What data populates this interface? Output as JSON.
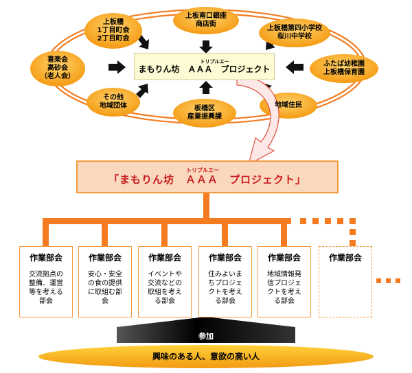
{
  "center": {
    "ruby": "トリプルエー",
    "label": "まもりん坊　ＡＡＡ　プロジェクト"
  },
  "surrounding_nodes": [
    {
      "id": "kamiitabashi-1-2",
      "lines": [
        "上板橋",
        "1丁目町会",
        "2丁目町会"
      ]
    },
    {
      "id": "minamiguchi-ginza",
      "lines": [
        "上板南口銀座",
        "商店街"
      ]
    },
    {
      "id": "schools",
      "lines": [
        "上板橋第四小学校",
        "桜川中学校"
      ]
    },
    {
      "id": "kiraku-koushakai",
      "lines": [
        "喜楽会",
        "高砂会",
        "（老人会）"
      ]
    },
    {
      "id": "nursery",
      "lines": [
        "ふたば幼稚園",
        "上板橋保育園"
      ]
    },
    {
      "id": "other-groups",
      "lines": [
        "その他",
        "地域団体"
      ]
    },
    {
      "id": "itabashi-ward",
      "lines": [
        "板橋区",
        "産業振興課"
      ]
    },
    {
      "id": "residents",
      "lines": [
        "地域住民"
      ]
    }
  ],
  "project_title": {
    "ruby": "トリプルエー",
    "label": "「まもりん坊　ＡＡＡ　プロジェクト」"
  },
  "working_groups": [
    {
      "title": "作業部会",
      "desc": [
        "交流拠点の",
        "整備、運営",
        "等を考える",
        "部会"
      ]
    },
    {
      "title": "作業部会",
      "desc": [
        "安心・安全",
        "の食の提供",
        "に取組む部",
        "会"
      ]
    },
    {
      "title": "作業部会",
      "desc": [
        "イベントや",
        "交流などの",
        "取組を考え",
        "る部会"
      ]
    },
    {
      "title": "作業部会",
      "desc": [
        "住みよいま",
        "ちプロジェ",
        "クトを考え",
        "る部会"
      ]
    },
    {
      "title": "作業部会",
      "desc": [
        "地域情報発",
        "信プロジェ",
        "クトを考え",
        "る部会"
      ]
    },
    {
      "title": "作業部会",
      "desc": []
    }
  ],
  "participation_label": "参加",
  "base_label": "興味のある人、意欲の高い人",
  "colors": {
    "node_fill": "#f7a21c",
    "ring": "#f47b20",
    "title_fill": "#fad8be",
    "title_text": "#c81e1e",
    "tree_line": "#f47b20",
    "arrow_dark": "#111111",
    "center_fill": "#fdfbd3"
  }
}
